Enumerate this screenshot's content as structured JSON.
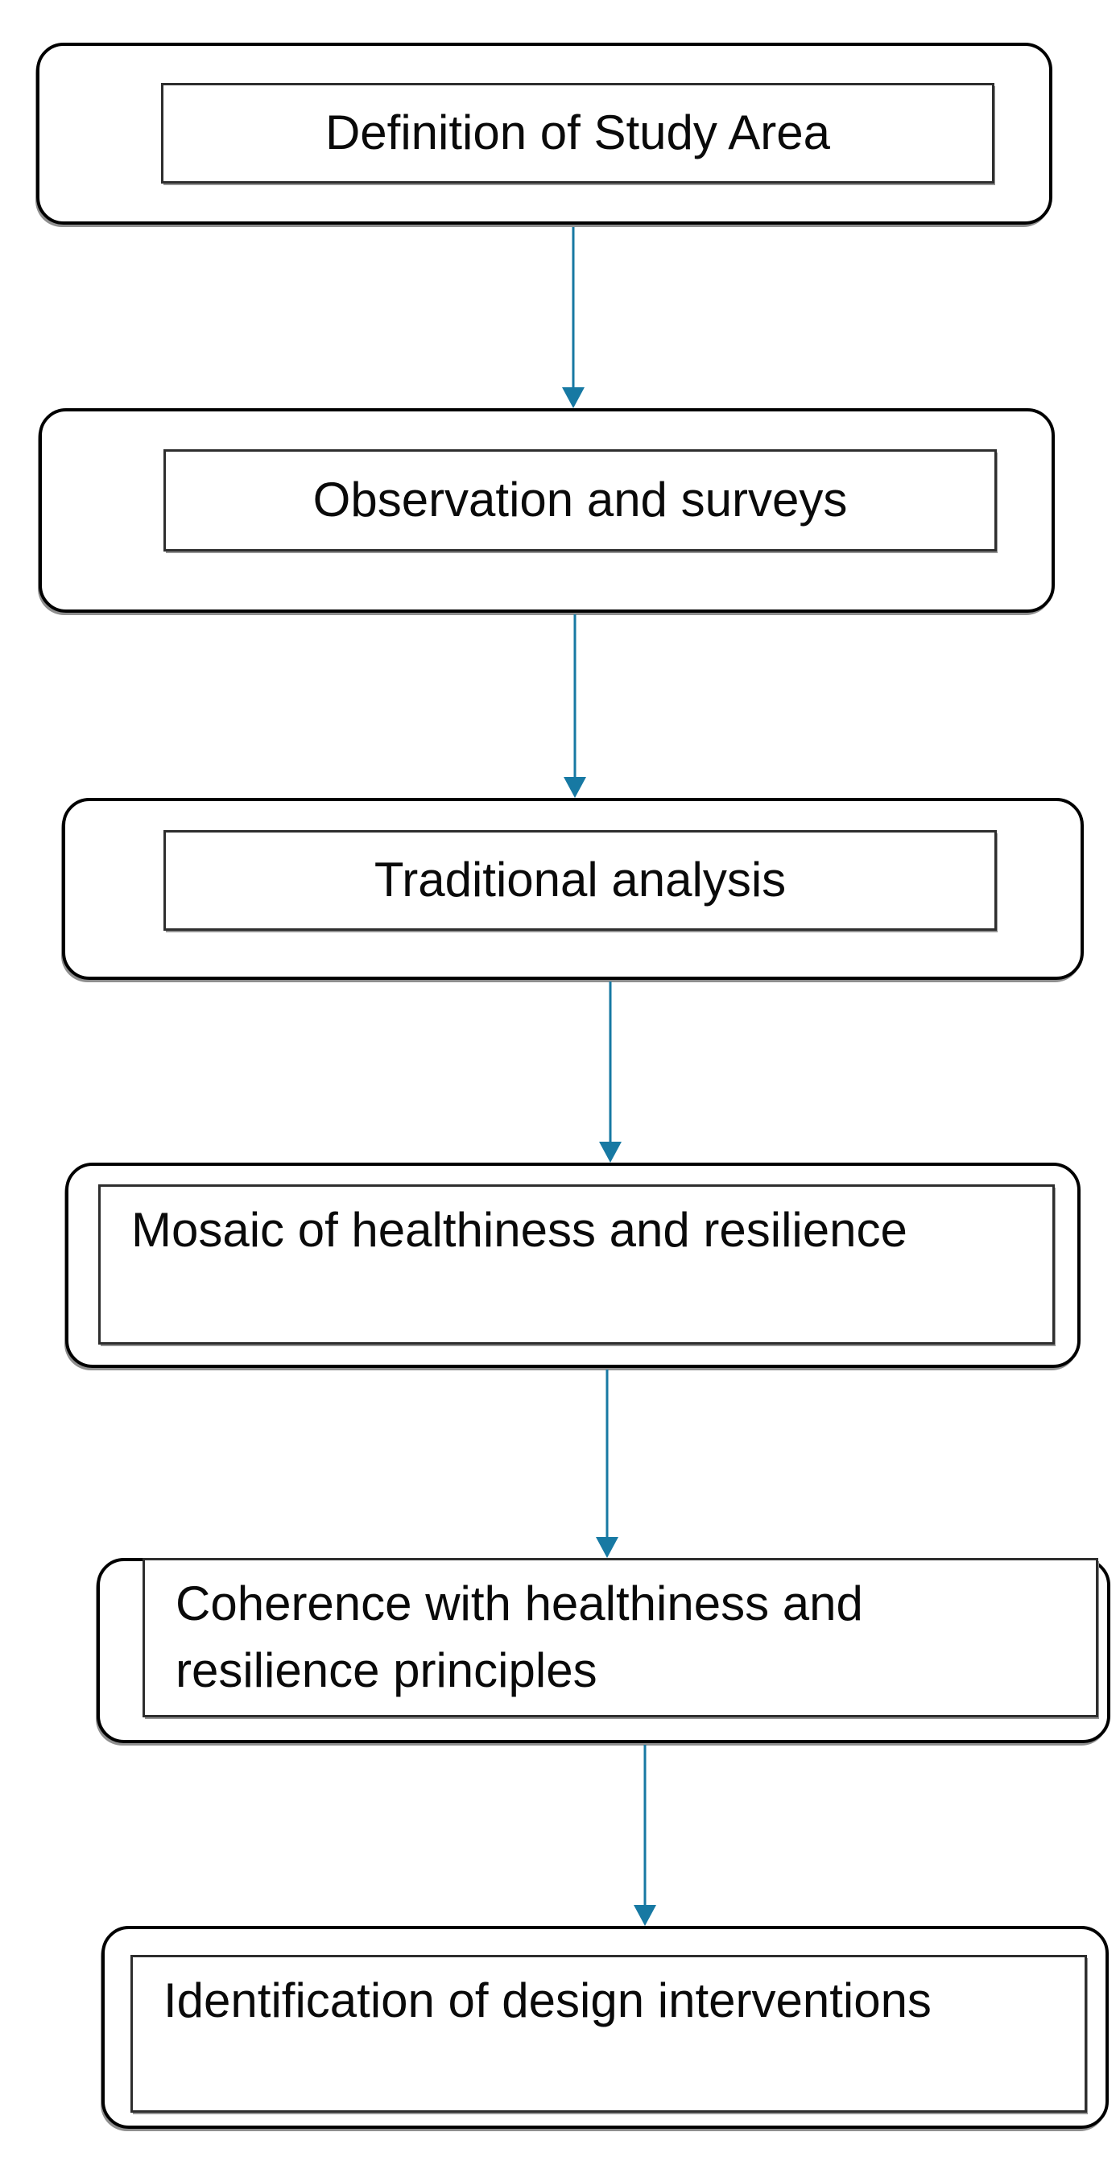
{
  "flowchart": {
    "type": "vertical-process-flow",
    "background_color": "#FFFFFF",
    "box_border_color": "#000000",
    "inner_border_color": "#2E2E2E",
    "arrow_color": "#1779A3",
    "text_color": "#0A0A0A",
    "steps": [
      {
        "label": "Definition of Study Area"
      },
      {
        "label": "Observation and surveys"
      },
      {
        "label": "Traditional analysis"
      },
      {
        "label": "Mosaic of healthiness and resilience"
      },
      {
        "label": "Coherence with healthiness and\nresilience principles"
      },
      {
        "label": "Identification of design interventions"
      }
    ],
    "connections": [
      {
        "from": "Definition of Study Area",
        "to": "Observation and surveys"
      },
      {
        "from": "Observation and surveys",
        "to": "Traditional analysis"
      },
      {
        "from": "Traditional analysis",
        "to": "Mosaic of healthiness and resilience"
      },
      {
        "from": "Mosaic of healthiness and resilience",
        "to": "Coherence with healthiness and resilience principles"
      },
      {
        "from": "Coherence with healthiness and resilience principles",
        "to": "Identification of design interventions"
      }
    ]
  }
}
